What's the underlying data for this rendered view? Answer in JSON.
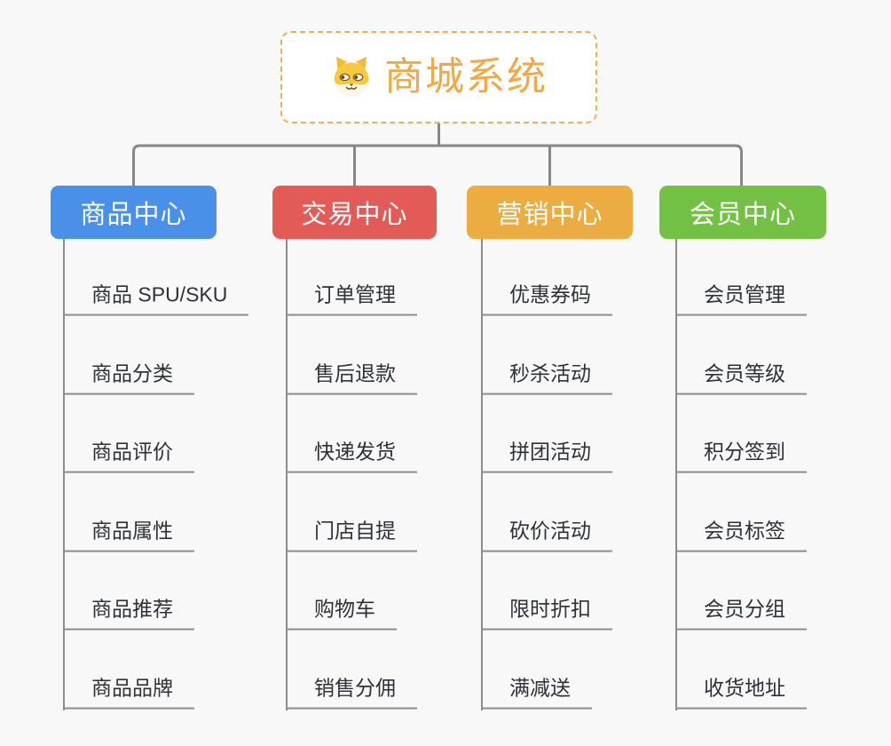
{
  "root": {
    "title": "商城系统",
    "icon": "dog-face-icon",
    "accent_color": "#f0a944",
    "border_color": "#f0b050"
  },
  "style": {
    "background_color": "#f8f8f8",
    "connector_color": "#868686",
    "leaf_text_color": "#2e3136",
    "leaf_line_color": "#8c8c8c"
  },
  "branches": [
    {
      "label": "商品中心",
      "color": "#4a90e8",
      "items": [
        "商品 SPU/SKU",
        "商品分类",
        "商品评价",
        "商品属性",
        "商品推荐",
        "商品品牌"
      ]
    },
    {
      "label": "交易中心",
      "color": "#e25b56",
      "items": [
        "订单管理",
        "售后退款",
        "快递发货",
        "门店自提",
        "购物车",
        "销售分佣"
      ]
    },
    {
      "label": "营销中心",
      "color": "#ebac42",
      "items": [
        "优惠券码",
        "秒杀活动",
        "拼团活动",
        "砍价活动",
        "限时折扣",
        "满减送"
      ]
    },
    {
      "label": "会员中心",
      "color": "#73c144",
      "items": [
        "会员管理",
        "会员等级",
        "积分签到",
        "会员标签",
        "会员分组",
        "收货地址"
      ]
    }
  ]
}
